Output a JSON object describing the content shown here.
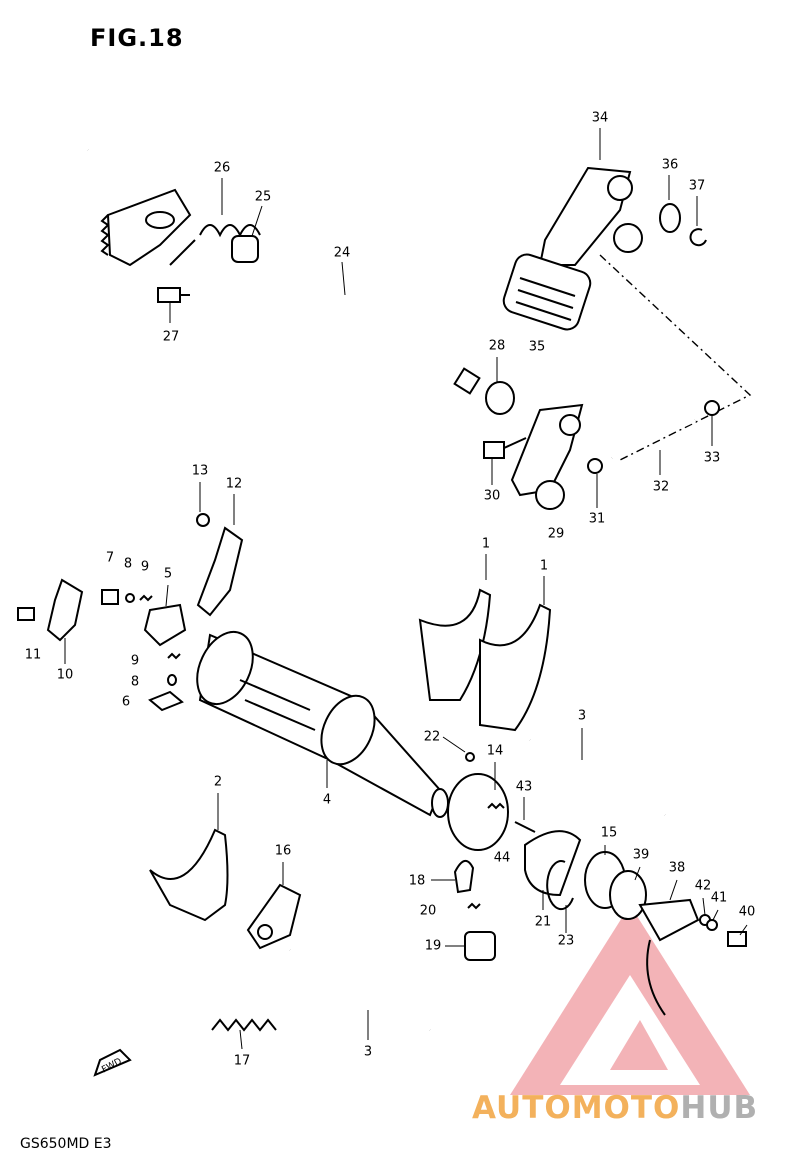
{
  "figure": {
    "title": "FIG.18",
    "model_code": "GS650MD E3"
  },
  "callouts": [
    {
      "id": "p34",
      "label": "34"
    },
    {
      "id": "p36",
      "label": "36"
    },
    {
      "id": "p37",
      "label": "37"
    },
    {
      "id": "p26",
      "label": "26"
    },
    {
      "id": "p25",
      "label": "25"
    },
    {
      "id": "p24",
      "label": "24"
    },
    {
      "id": "p27",
      "label": "27"
    },
    {
      "id": "p35",
      "label": "35"
    },
    {
      "id": "p28",
      "label": "28"
    },
    {
      "id": "p33",
      "label": "33"
    },
    {
      "id": "p32",
      "label": "32"
    },
    {
      "id": "p30",
      "label": "30"
    },
    {
      "id": "p31",
      "label": "31"
    },
    {
      "id": "p29",
      "label": "29"
    },
    {
      "id": "p13",
      "label": "13"
    },
    {
      "id": "p12",
      "label": "12"
    },
    {
      "id": "p1a",
      "label": "1"
    },
    {
      "id": "p1b",
      "label": "1"
    },
    {
      "id": "p7",
      "label": "7"
    },
    {
      "id": "p8a",
      "label": "8"
    },
    {
      "id": "p9a",
      "label": "9"
    },
    {
      "id": "p5",
      "label": "5"
    },
    {
      "id": "p11",
      "label": "11"
    },
    {
      "id": "p10",
      "label": "10"
    },
    {
      "id": "p9b",
      "label": "9"
    },
    {
      "id": "p8b",
      "label": "8"
    },
    {
      "id": "p6",
      "label": "6"
    },
    {
      "id": "p3a",
      "label": "3"
    },
    {
      "id": "p22",
      "label": "22"
    },
    {
      "id": "p14",
      "label": "14"
    },
    {
      "id": "p43",
      "label": "43"
    },
    {
      "id": "p4",
      "label": "4"
    },
    {
      "id": "p44",
      "label": "44"
    },
    {
      "id": "p2",
      "label": "2"
    },
    {
      "id": "p16",
      "label": "16"
    },
    {
      "id": "p15",
      "label": "15"
    },
    {
      "id": "p39",
      "label": "39"
    },
    {
      "id": "p38",
      "label": "38"
    },
    {
      "id": "p18",
      "label": "18"
    },
    {
      "id": "p20",
      "label": "20"
    },
    {
      "id": "p21",
      "label": "21"
    },
    {
      "id": "p23",
      "label": "23"
    },
    {
      "id": "p42",
      "label": "42"
    },
    {
      "id": "p41",
      "label": "41"
    },
    {
      "id": "p40",
      "label": "40"
    },
    {
      "id": "p19",
      "label": "19"
    },
    {
      "id": "p3b",
      "label": "3"
    },
    {
      "id": "p17",
      "label": "17"
    }
  ],
  "direction_marker": {
    "label": "FWD",
    "icon": "arrow-icon"
  },
  "watermark": {
    "text_a": "AUTOMOTO",
    "text_b": "HUB",
    "color_a": "#f3b15c",
    "color_b": "#b0b0b0",
    "logo_color": "#e8808a"
  }
}
